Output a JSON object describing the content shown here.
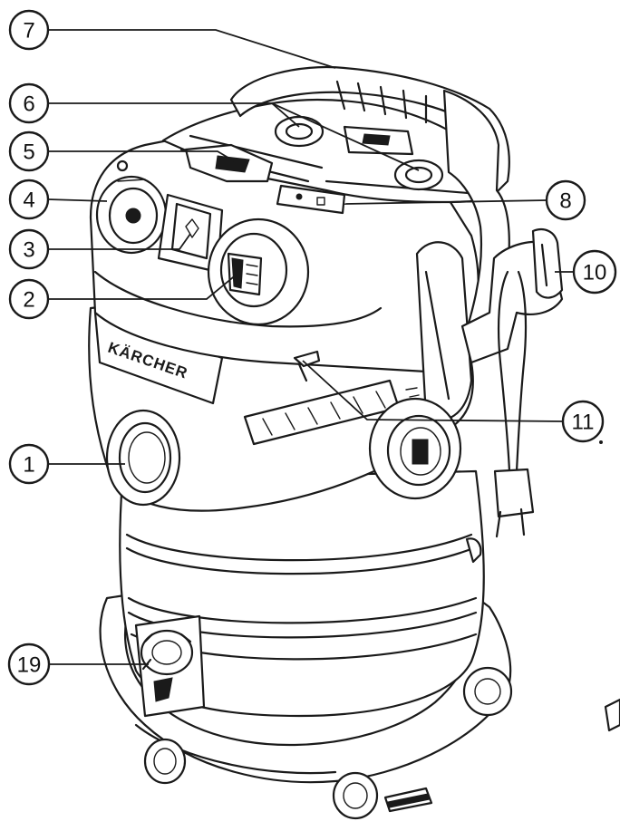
{
  "brand": "KÄRCHER",
  "callouts": [
    {
      "id": "c7",
      "label": "7"
    },
    {
      "id": "c6",
      "label": "6"
    },
    {
      "id": "c5",
      "label": "5"
    },
    {
      "id": "c4",
      "label": "4"
    },
    {
      "id": "c3",
      "label": "3"
    },
    {
      "id": "c2",
      "label": "2"
    },
    {
      "id": "c8",
      "label": "8"
    },
    {
      "id": "c10",
      "label": "10"
    },
    {
      "id": "c11",
      "label": "11"
    },
    {
      "id": "c1",
      "label": "1"
    },
    {
      "id": "c19",
      "label": "19"
    }
  ]
}
